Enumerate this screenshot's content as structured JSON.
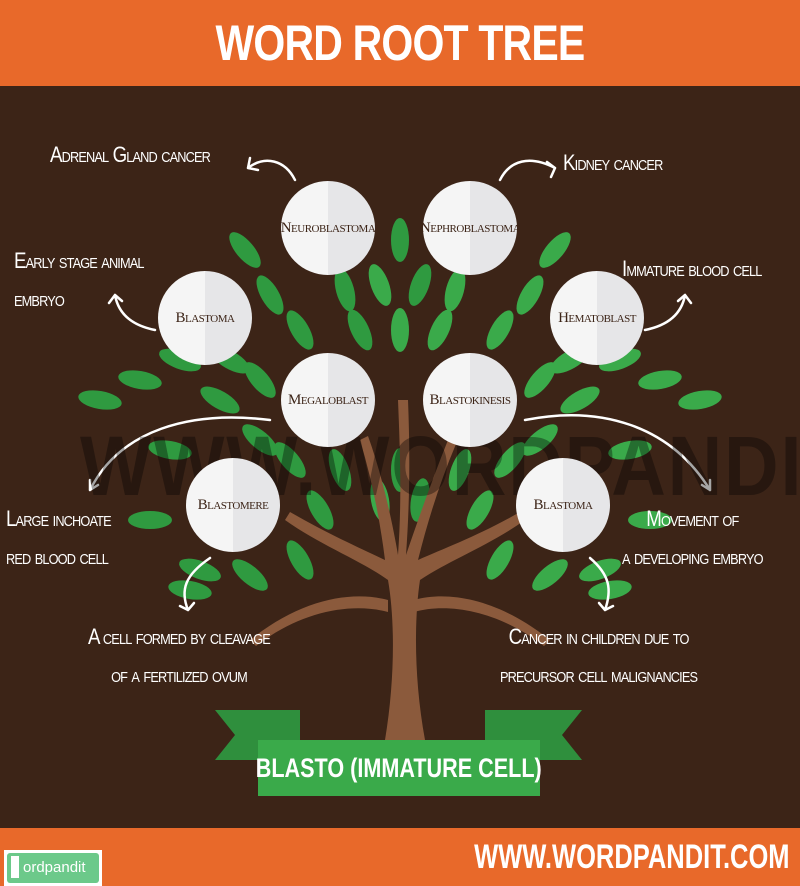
{
  "header": {
    "title": "WORD ROOT TREE"
  },
  "root": {
    "label": "BLASTO (IMMATURE CELL)"
  },
  "watermark": "WWW.WORDPANDIT.COM",
  "words": [
    {
      "word": "Neuroblastoma",
      "meaning": "Adrenal Gland cancer"
    },
    {
      "word": "Nephroblastoma",
      "meaning": "Kidney cancer"
    },
    {
      "word": "Blastoma",
      "meaning_lines": [
        "Early stage animal",
        "embryo"
      ]
    },
    {
      "word": "Hematoblast",
      "meaning": "Immature blood cell"
    },
    {
      "word": "Megaloblast",
      "meaning_lines": [
        "Large inchoate",
        "red blood cell"
      ]
    },
    {
      "word": "Blastokinesis",
      "meaning_lines": [
        "Movement of",
        "a developing embryo"
      ]
    },
    {
      "word": "Blastomere",
      "meaning_lines": [
        "A cell formed by cleavage",
        "of a fertilized ovum"
      ]
    },
    {
      "word": "Blastoma",
      "meaning_lines": [
        "Cancer in children due to",
        "precursor cell malignancies"
      ]
    }
  ],
  "footer": {
    "logo_text": "ordpandit",
    "url": "WWW.WORDPANDIT.COM"
  },
  "colors": {
    "orange": "#e8692a",
    "brown": "#3c2417",
    "leaf": "#3aaa4a",
    "trunk": "#8b5a3c"
  }
}
